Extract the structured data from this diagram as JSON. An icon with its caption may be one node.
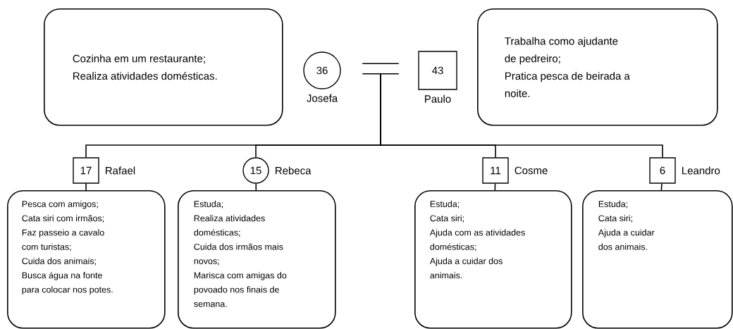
{
  "diagram": {
    "nodes": [
      {
        "text": [
          "Cozinha em um restaurante;",
          "Realiza atividades domésticas."
        ]
      },
      {
        "text": [
          "36"
        ],
        "beside": [
          "Josefa"
        ]
      },
      {
        "text": [
          "43"
        ],
        "beside": [
          "Paulo"
        ]
      },
      {
        "text": [
          "Trabalha como ajudante de pedreiro;",
          "Pratica pesca de beirada a noite."
        ]
      },
      {
        "text": [
          "17"
        ],
        "beside": [
          "Rafael"
        ]
      },
      {
        "text": [
          "Pesca com amigos;",
          "Cata siri com irmãos;",
          "Faz passeio a cavalo com turistas;",
          "Cuida dos animais;",
          "Busca água na fonte para colocar nos potes."
        ]
      },
      {
        "text": [
          "15"
        ],
        "beside": [
          "Rebeca"
        ]
      },
      {
        "text": [
          "Estuda;",
          "Realiza atividades domésticas;",
          "Cuida dos irmãos mais novos;",
          "Marisca com amigas do povoado nos finais de semana."
        ]
      },
      {
        "text": [
          "11"
        ],
        "beside": [
          "Cosme"
        ]
      },
      {
        "text": [
          "Estuda;",
          "Cata siri;",
          "Ajuda com as atividades domésticas;",
          "Ajuda a cuidar dos animais."
        ]
      },
      {
        "text": [
          "6"
        ],
        "beside": [
          "Leandro"
        ]
      },
      {
        "text": [
          "Estuda;",
          "Cata siri;",
          "Ajuda a cuidar dos animais."
        ]
      },
      {
        "text": [],
        "shape": "bar"
      }
    ],
    "edges": [
      {
        "from": 12,
        "to": 4,
        "arrow": "none"
      },
      {
        "from": 12,
        "to": 6,
        "arrow": "none"
      },
      {
        "from": 12,
        "to": 8,
        "arrow": "none"
      },
      {
        "from": 12,
        "to": 10,
        "arrow": "none"
      },
      {
        "from": 4,
        "to": 5,
        "arrow": "none"
      },
      {
        "from": 6,
        "to": 7,
        "arrow": "none"
      },
      {
        "from": 8,
        "to": 9,
        "arrow": "none"
      },
      {
        "from": 10,
        "to": 11,
        "arrow": "none"
      }
    ]
  }
}
